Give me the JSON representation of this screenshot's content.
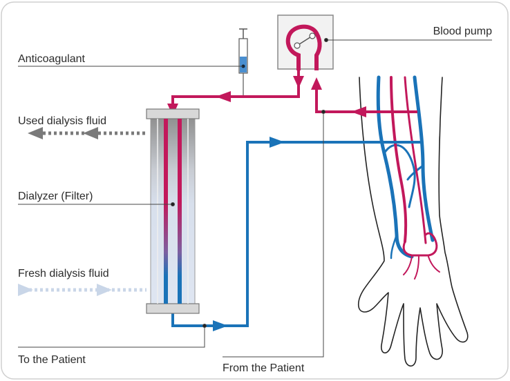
{
  "labels": {
    "anticoagulant": "Anticoagulant",
    "blood_pump": "Blood pump",
    "used_dialysis_fluid": "Used dialysis fluid",
    "dialyzer": "Dialyzer (Filter)",
    "fresh_dialysis_fluid": "Fresh dialysis fluid",
    "to_patient": "To the Patient",
    "from_patient": "From the Patient"
  },
  "colors": {
    "arterial": "#c2185b",
    "venous": "#1a73b8",
    "used_fluid": "#7a7a7a",
    "fresh_fluid": "#c9d6e8",
    "frame": "#c8c8c8",
    "leader": "#444444"
  }
}
